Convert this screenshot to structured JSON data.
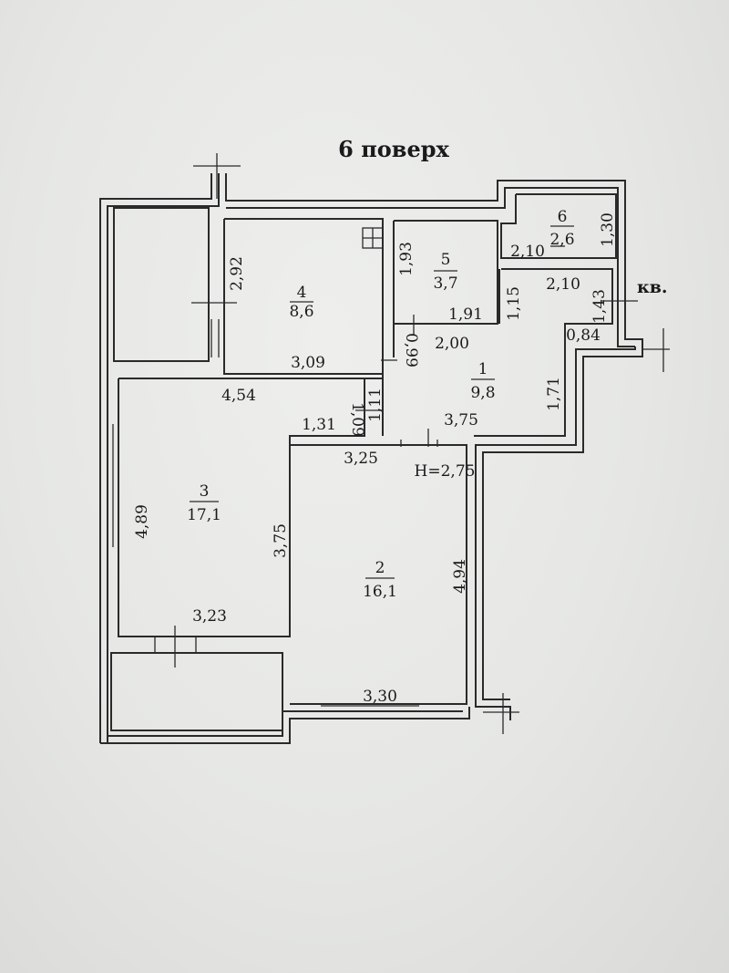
{
  "title": "6 поверх",
  "apartment_label": "кв.",
  "ceiling_height": "H=2,75",
  "rooms": [
    {
      "number": "1",
      "area": "9,8"
    },
    {
      "number": "2",
      "area": "16,1"
    },
    {
      "number": "3",
      "area": "17,1"
    },
    {
      "number": "4",
      "area": "8,6"
    },
    {
      "number": "5",
      "area": "3,7"
    },
    {
      "number": "6",
      "area": "2,6"
    }
  ],
  "dimensions": {
    "r6_width": "2,10",
    "r6_height": "1,30",
    "r6_bottom": "2,10",
    "r5_height": "1,93",
    "r5_width": "1,91",
    "r4_height": "2,92",
    "r4_width": "3,09",
    "hall_115": "1,15",
    "hall_143": "1,43",
    "hall_084": "0,84",
    "hall_200": "2,00",
    "hall_099": "0,99",
    "hall_171": "1,71",
    "hall_375": "3,75",
    "hall_111": "1,11",
    "hall_109": "1,09",
    "hall_131": "1,31",
    "r3_top": "4,54",
    "r3_left": "4,89",
    "r3_right": "3,75",
    "r3_bottom": "3,23",
    "r2_top": "3,25",
    "r2_right": "4,94",
    "r2_bottom": "3,30"
  }
}
